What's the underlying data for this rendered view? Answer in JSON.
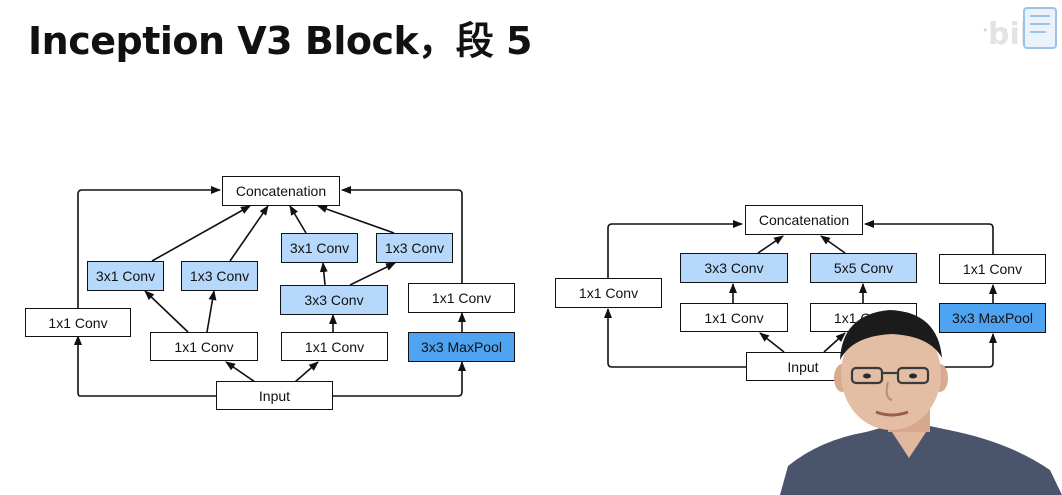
{
  "title": "Inception V3 Block，段 5",
  "colors": {
    "light_box": "#b6d8fa",
    "dark_box": "#4ea4f0",
    "line": "#111111"
  },
  "logo": {
    "icon": "bilibili-logo"
  },
  "left_block": {
    "concat": "Concatenation",
    "b1_conv1x1": "1x1 Conv",
    "b2_conv1x1": "1x1 Conv",
    "b2_conv3x1": "3x1 Conv",
    "b2_conv1x3": "1x3 Conv",
    "b3_conv1x1": "1x1 Conv",
    "b3_conv3x3": "3x3 Conv",
    "b3_conv3x1": "3x1 Conv",
    "b3_conv1x3": "1x3 Conv",
    "b4_maxpool": "3x3 MaxPool",
    "b4_conv1x1": "1x1 Conv",
    "input": "Input"
  },
  "right_block": {
    "concat": "Concatenation",
    "b1_conv1x1": "1x1 Conv",
    "b2_conv1x1": "1x1 Conv",
    "b2_conv3x3": "3x3 Conv",
    "b3_conv1x1": "1x1 Conv",
    "b3_conv5x5": "5x5 Conv",
    "b4_maxpool": "3x3 MaxPool",
    "b4_conv1x1": "1x1 Conv",
    "input": "Input"
  }
}
